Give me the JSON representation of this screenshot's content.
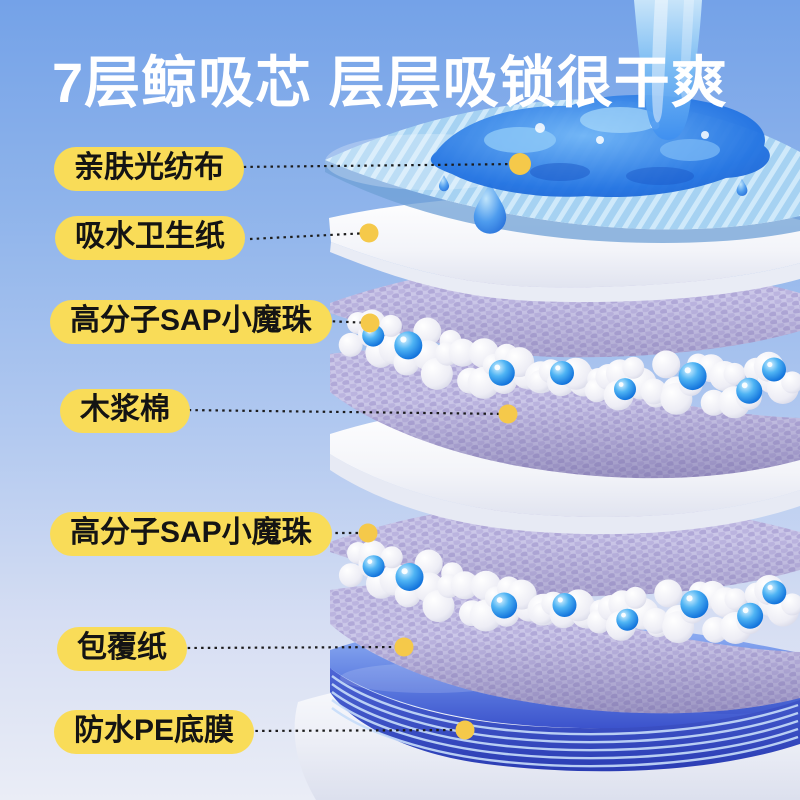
{
  "title": "7层鲸吸芯 层层吸锁很干爽",
  "labels": [
    {
      "text": "亲肤光纺布"
    },
    {
      "text": "吸水卫生纸"
    },
    {
      "text": "高分子SAP小魔珠"
    },
    {
      "text": "木浆棉"
    },
    {
      "text": "高分子SAP小魔珠"
    },
    {
      "text": "包覆纸"
    },
    {
      "text": "防水PE底膜"
    }
  ],
  "colors": {
    "background_top": "#74A2E8",
    "background_bottom": "#EAEDF6",
    "label_yellow": "#F9DC58",
    "label_text": "#141414",
    "leader_dot_yellow": "#F5C94A",
    "title_white": "#FFFFFF",
    "water_blue": "#2E7FE8",
    "topsheet_blue": "#A6D2F2",
    "sap_sheet_lavender": "#C8C4E4",
    "wrap_paper_blue": "#4560D4"
  }
}
